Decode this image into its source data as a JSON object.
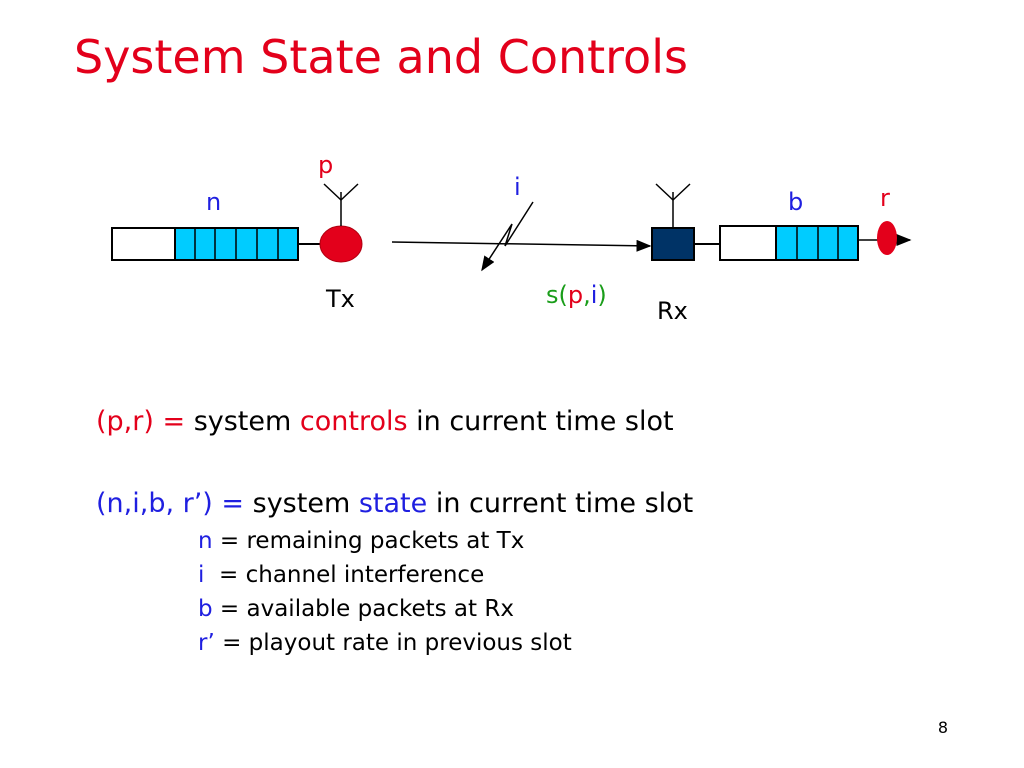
{
  "title": "System State and Controls",
  "diagram": {
    "labels": {
      "n": "n",
      "p": "p",
      "i": "i",
      "b": "b",
      "r": "r",
      "tx": "Tx",
      "rx": "Rx",
      "s_open": "s(",
      "s_p": "p",
      "s_comma": ",",
      "s_i": "i",
      "s_close": ")"
    },
    "colors": {
      "queue_fill": "#00ccff",
      "tx_node": "#e3001b",
      "rx_node": "#003366",
      "blue_text": "#1f1fe0",
      "red_text": "#e3001b",
      "green_text": "#1a9d1a"
    }
  },
  "text": {
    "controls": {
      "vars": "(p,r)",
      "eq": " = ",
      "pre": "system ",
      "kw": "controls",
      "post": " in current time slot"
    },
    "state": {
      "vars": "(n,i,b, r’)",
      "eq": " = ",
      "pre": "system ",
      "kw": "state",
      "post": " in current time slot"
    },
    "defs": [
      {
        "var": "n",
        "desc": " = remaining packets at Tx"
      },
      {
        "var": "i",
        "desc": "  = channel interference"
      },
      {
        "var": "b",
        "desc": " = available packets at Rx"
      },
      {
        "var": "r’",
        "desc": " = playout rate in previous slot"
      }
    ]
  },
  "page_number": "8"
}
